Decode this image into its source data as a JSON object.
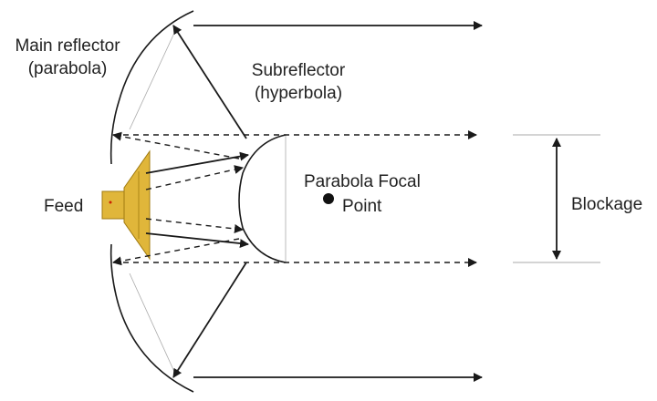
{
  "labels": {
    "main_reflector_line1": "Main reflector",
    "main_reflector_line2": "(parabola)",
    "subreflector_line1": "Subreflector",
    "subreflector_line2": "(hyperbola)",
    "focal_line1": "Parabola Focal",
    "focal_line2": "Point",
    "feed": "Feed",
    "blockage": "Blockage"
  },
  "colors": {
    "line": "#1a1a1a",
    "thin_line": "#aaaaaa",
    "feed_fill": "#e0b63a",
    "feed_stroke": "#a07a10",
    "feed_dot": "#cc2200"
  }
}
